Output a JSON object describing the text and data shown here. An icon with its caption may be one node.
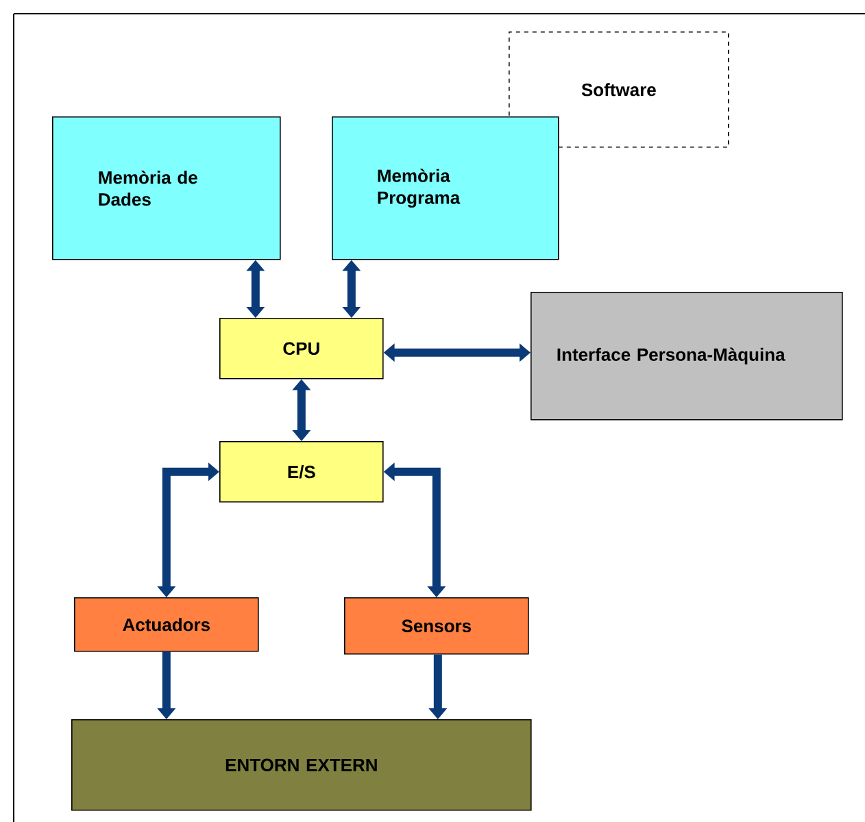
{
  "diagram": {
    "nodes": [
      {
        "text": [
          "Software"
        ]
      },
      {
        "text": [
          "Memòria de Dades"
        ]
      },
      {
        "text": [
          "Memòria Programa"
        ]
      },
      {
        "text": [
          "CPU"
        ]
      },
      {
        "text": [
          "Interface Persona-Màquina"
        ]
      },
      {
        "text": [
          "E/S"
        ]
      },
      {
        "text": [
          "Actuadors"
        ]
      },
      {
        "text": [
          "Sensors"
        ]
      },
      {
        "text": [
          "ENTORN EXTERN"
        ]
      }
    ],
    "edges": [
      {
        "from": 1,
        "to": 3,
        "arrow": "both"
      },
      {
        "from": 2,
        "to": 3,
        "arrow": "both"
      },
      {
        "from": 3,
        "to": 4,
        "arrow": "both"
      },
      {
        "from": 3,
        "to": 5,
        "arrow": "both"
      },
      {
        "from": 5,
        "to": 6,
        "arrow": "both"
      },
      {
        "from": 5,
        "to": 7,
        "arrow": "both"
      },
      {
        "from": 6,
        "to": 8,
        "arrow": "to"
      },
      {
        "from": 7,
        "to": 8,
        "arrow": "to"
      }
    ]
  }
}
